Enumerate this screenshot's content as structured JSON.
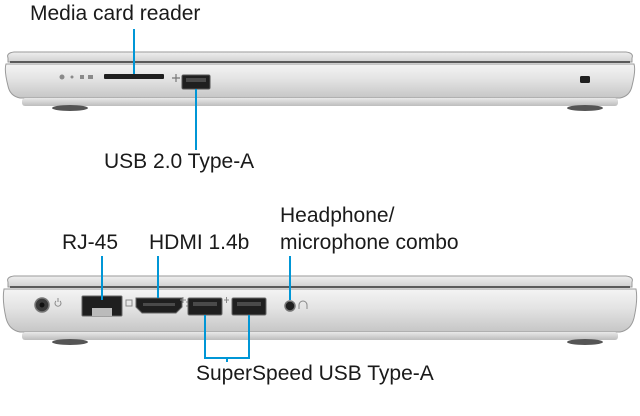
{
  "labels": {
    "media_card_reader": "Media card reader",
    "usb2": "USB 2.0 Type-A",
    "rj45": "RJ-45",
    "hdmi": "HDMI 1.4b",
    "headphone_line1": "Headphone/",
    "headphone_line2": "microphone combo",
    "superspeed": "SuperSpeed USB Type-A"
  },
  "colors": {
    "callout_line": "#0096d6",
    "chassis": "#d9d9d9",
    "chassis_dark": "#8a8a8a",
    "port": "#1f1f1f"
  },
  "icons": [
    "power-icon",
    "usb-symbol-icon",
    "hdmi-symbol-icon",
    "headset-icon",
    "lock-slot-icon",
    "ethernet-icon"
  ]
}
